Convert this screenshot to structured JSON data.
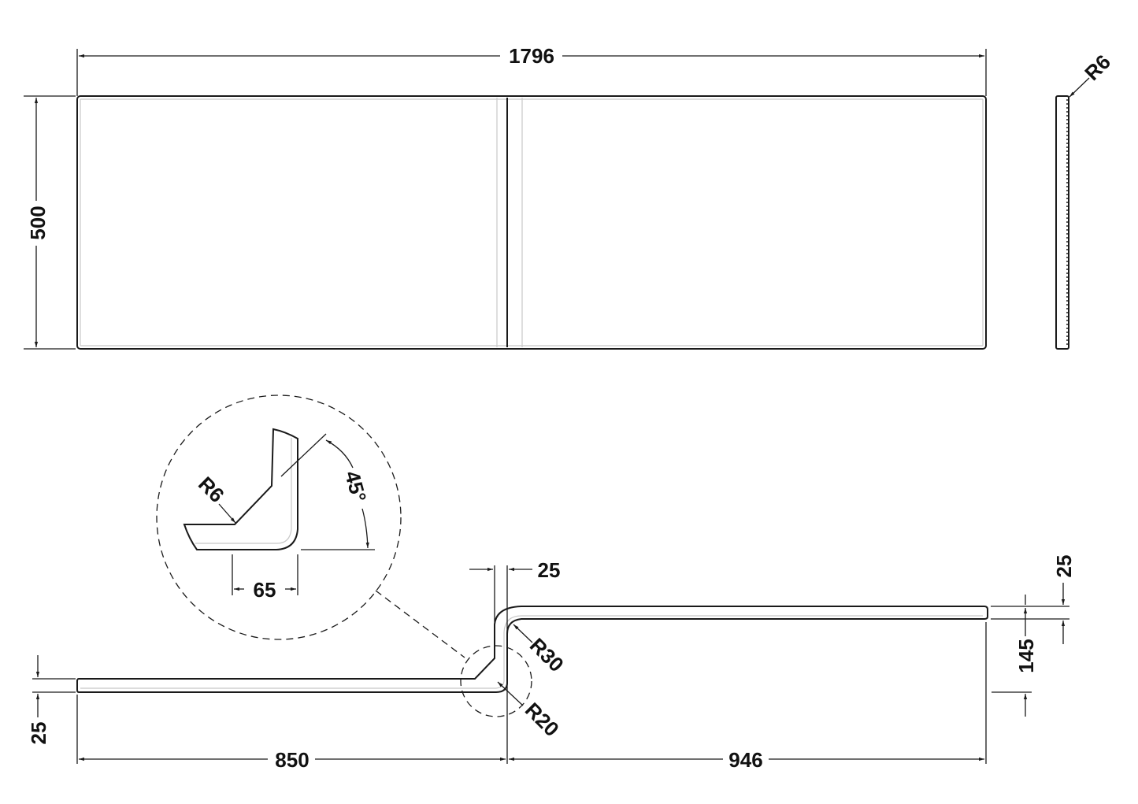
{
  "drawing": {
    "title": "L-shaped bath front panel technical drawing",
    "views": {
      "front_view": {
        "width_label": "1796",
        "height_label": "500"
      },
      "side_view": {
        "edge_radius_label": "R6"
      },
      "detail_view": {
        "radius_label": "R6",
        "angle_label": "45°",
        "width_label": "65"
      },
      "plan_view": {
        "return_thickness_label": "25",
        "outer_radius_label": "R30",
        "inner_radius_label": "R20",
        "right_thickness_label": "25",
        "offset_label": "145",
        "left_thickness_label": "25",
        "left_length_label": "850",
        "right_length_label": "946"
      }
    }
  }
}
